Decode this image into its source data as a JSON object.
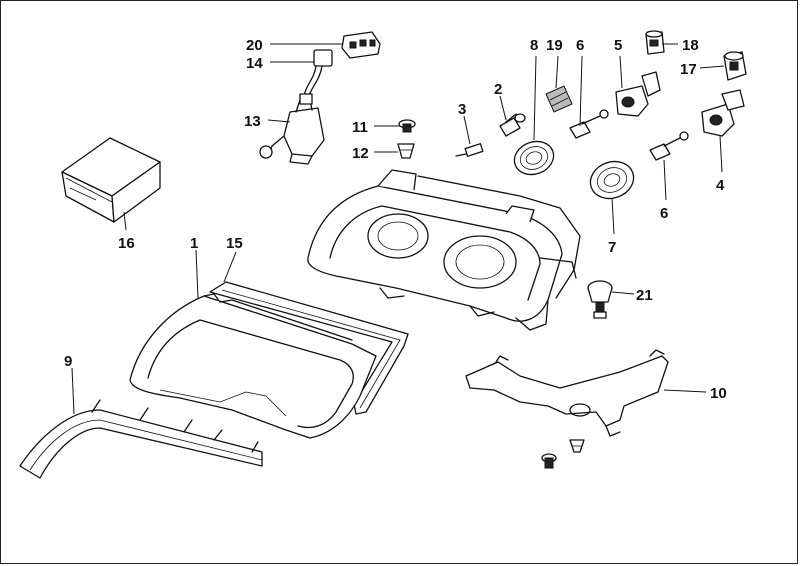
{
  "diagram": {
    "callouts": [
      {
        "id": "c1",
        "label": "1"
      },
      {
        "id": "c2",
        "label": "2"
      },
      {
        "id": "c3",
        "label": "3"
      },
      {
        "id": "c4",
        "label": "4"
      },
      {
        "id": "c5",
        "label": "5"
      },
      {
        "id": "c6a",
        "label": "6"
      },
      {
        "id": "c6b",
        "label": "6"
      },
      {
        "id": "c7",
        "label": "7"
      },
      {
        "id": "c8",
        "label": "8"
      },
      {
        "id": "c9",
        "label": "9"
      },
      {
        "id": "c10",
        "label": "10"
      },
      {
        "id": "c11",
        "label": "11"
      },
      {
        "id": "c12",
        "label": "12"
      },
      {
        "id": "c13",
        "label": "13"
      },
      {
        "id": "c14",
        "label": "14"
      },
      {
        "id": "c15",
        "label": "15"
      },
      {
        "id": "c16",
        "label": "16"
      },
      {
        "id": "c17",
        "label": "17"
      },
      {
        "id": "c18",
        "label": "18"
      },
      {
        "id": "c19",
        "label": "19"
      },
      {
        "id": "c20",
        "label": "20"
      },
      {
        "id": "c21",
        "label": "21"
      }
    ]
  }
}
